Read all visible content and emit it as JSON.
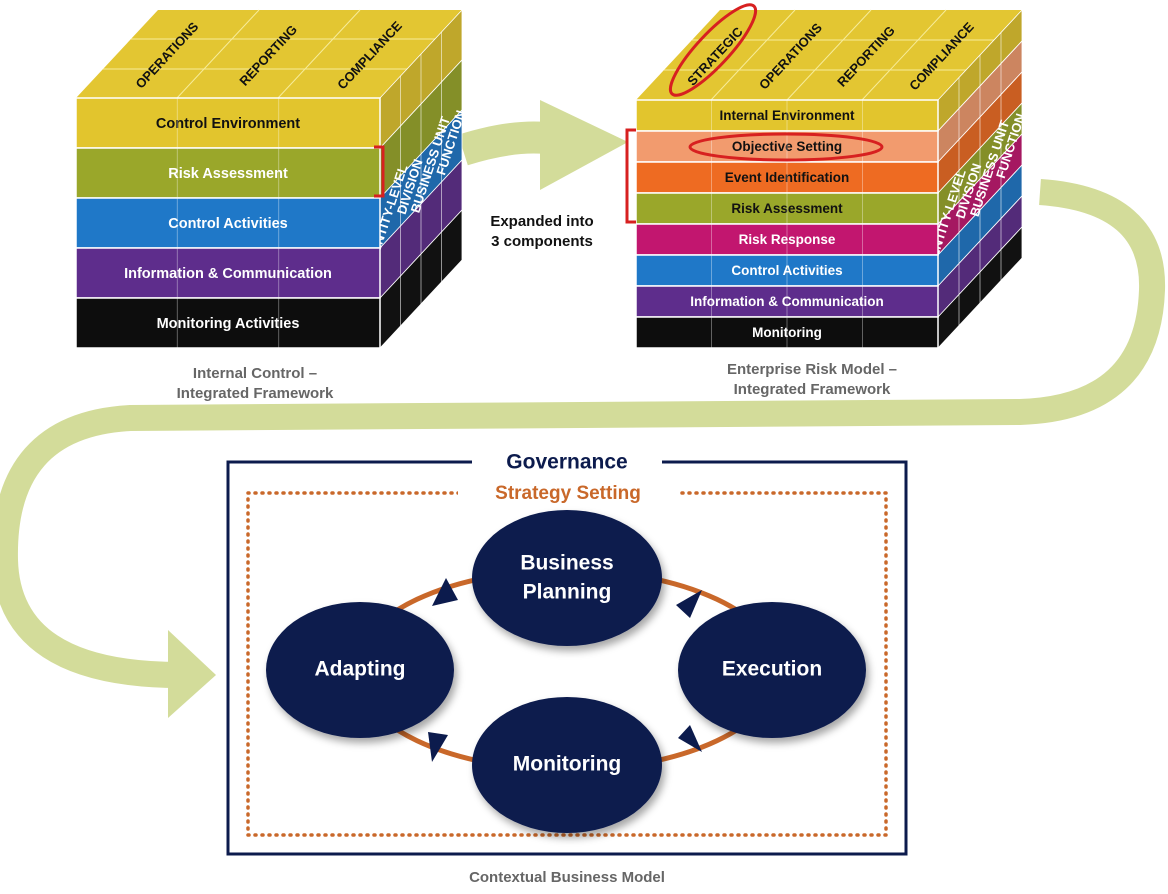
{
  "cube1": {
    "top_labels": [
      "OPERATIONS",
      "REPORTING",
      "COMPLIANCE"
    ],
    "bands": [
      {
        "label": "Control Environment",
        "color": "#e2c52d",
        "text_color": "#111111"
      },
      {
        "label": "Risk Assessment",
        "color": "#9aa72a",
        "text_color": "#ffffff"
      },
      {
        "label": "Control Activities",
        "color": "#1f78c8",
        "text_color": "#ffffff"
      },
      {
        "label": "Information & Communication",
        "color": "#5e2d8c",
        "text_color": "#ffffff"
      },
      {
        "label": "Monitoring Activities",
        "color": "#0d0d0d",
        "text_color": "#ffffff"
      }
    ],
    "side_labels": [
      "ENTITY-LEVEL",
      "DIVISION",
      "BUSINESS UNIT",
      "FUNCTION"
    ],
    "caption": [
      "Internal Control –",
      "Integrated Framework"
    ]
  },
  "cube2": {
    "top_labels": [
      "STRATEGIC",
      "OPERATIONS",
      "REPORTING",
      "COMPLIANCE"
    ],
    "bands": [
      {
        "label": "Internal Environment",
        "color": "#e2c52d",
        "text_color": "#111111"
      },
      {
        "label": "Objective Setting",
        "color": "#f29b6e",
        "text_color": "#111111"
      },
      {
        "label": "Event Identification",
        "color": "#ee6b22",
        "text_color": "#111111"
      },
      {
        "label": "Risk Assessment",
        "color": "#9aa72a",
        "text_color": "#111111"
      },
      {
        "label": "Risk Response",
        "color": "#c2166f",
        "text_color": "#ffffff"
      },
      {
        "label": "Control Activities",
        "color": "#1f78c8",
        "text_color": "#ffffff"
      },
      {
        "label": "Information & Communication",
        "color": "#5e2d8c",
        "text_color": "#ffffff"
      },
      {
        "label": "Monitoring",
        "color": "#0d0d0d",
        "text_color": "#ffffff"
      }
    ],
    "side_labels": [
      "ENTITY-LEVEL",
      "DIVISION",
      "BUSINESS UNIT",
      "FUNCTION"
    ],
    "caption": [
      "Enterprise Risk Model –",
      "Integrated Framework"
    ]
  },
  "expand_note": [
    "Expanded into",
    "3 components"
  ],
  "model": {
    "governance": "Governance",
    "strategy": "Strategy Setting",
    "nodes": [
      "Business Planning",
      "Execution",
      "Monitoring",
      "Adapting"
    ],
    "caption": "Contextual Business Model",
    "colors": {
      "navy": "#0c1b4d",
      "orange": "#c9682a",
      "arrow_green": "#d3dc9a",
      "highlight_red": "#d72020"
    }
  }
}
